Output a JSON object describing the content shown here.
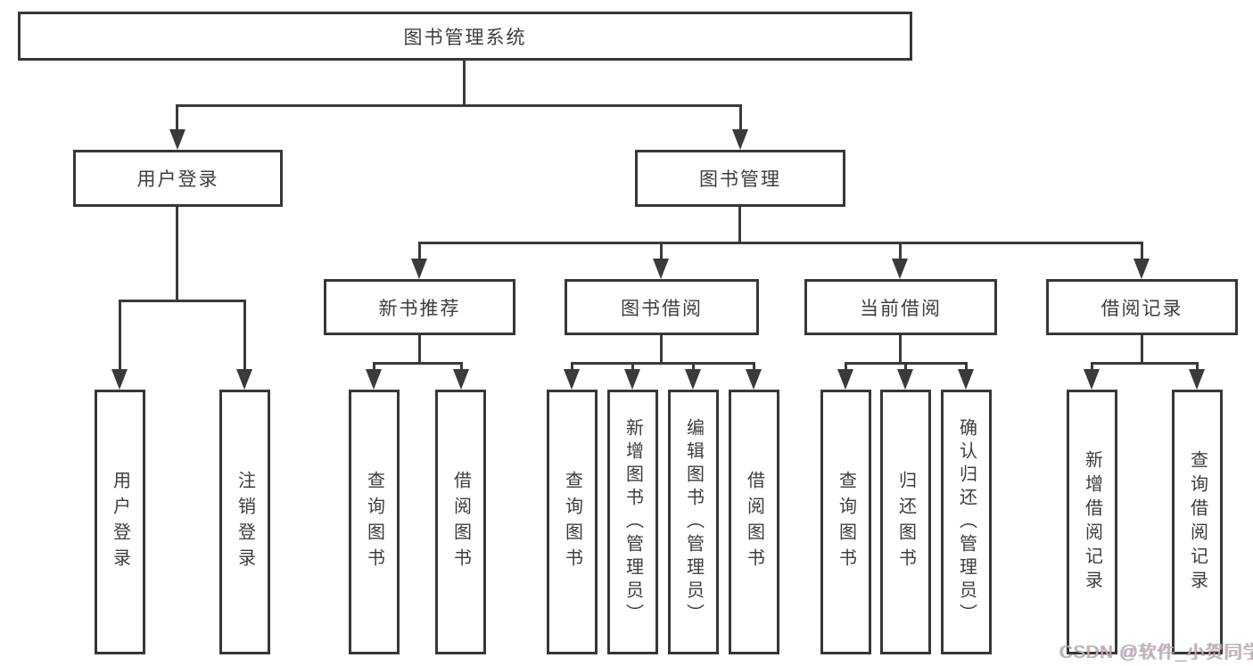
{
  "colors": {
    "background": "#ffffff",
    "box_border": "#373737",
    "line": "#3a3a3a",
    "text": "#3d3d3d",
    "watermark": "#b5b5b5"
  },
  "diagram": {
    "root": "图书管理系统",
    "level1": {
      "user_login": "用户登录",
      "book_mgmt": "图书管理"
    },
    "level2": {
      "new_book": "新书推荐",
      "book_borrow": "图书借阅",
      "current_borrow": "当前借阅",
      "borrow_record": "借阅记录"
    },
    "level3": {
      "user_login_leaf": "用户登录",
      "logout_leaf": "注销登录",
      "nb_query": "查询图书",
      "nb_borrow": "借阅图书",
      "bb_query": "查询图书",
      "bb_add": "新增图书（管理员）",
      "bb_edit": "编辑图书（管理员）",
      "bb_borrow": "借阅图书",
      "cb_query": "查询图书",
      "cb_return": "归还图书",
      "cb_confirm": "确认归还（管理员）",
      "br_add": "新增借阅记录",
      "br_query": "查询借阅记录"
    }
  },
  "watermark": "CSDN @软件_小贺同学"
}
